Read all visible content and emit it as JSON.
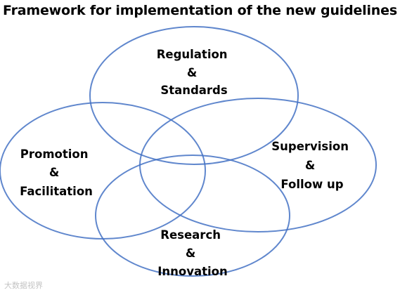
{
  "title": "Framework for implementation of the new guidelines",
  "colors": {
    "ellipse_stroke": "#4472C4",
    "text": "#000000",
    "background": "#FFFFFF"
  },
  "nodes": [
    {
      "id": "regulation",
      "lines": [
        "Regulation",
        "&",
        "Standards"
      ]
    },
    {
      "id": "supervision",
      "lines": [
        "Supervision",
        "&",
        "Follow up"
      ]
    },
    {
      "id": "promotion",
      "lines": [
        "Promotion",
        "&",
        "Facilitation"
      ]
    },
    {
      "id": "research",
      "lines": [
        "Research",
        "&",
        "Innovation"
      ]
    }
  ],
  "watermark": "大数据视界"
}
